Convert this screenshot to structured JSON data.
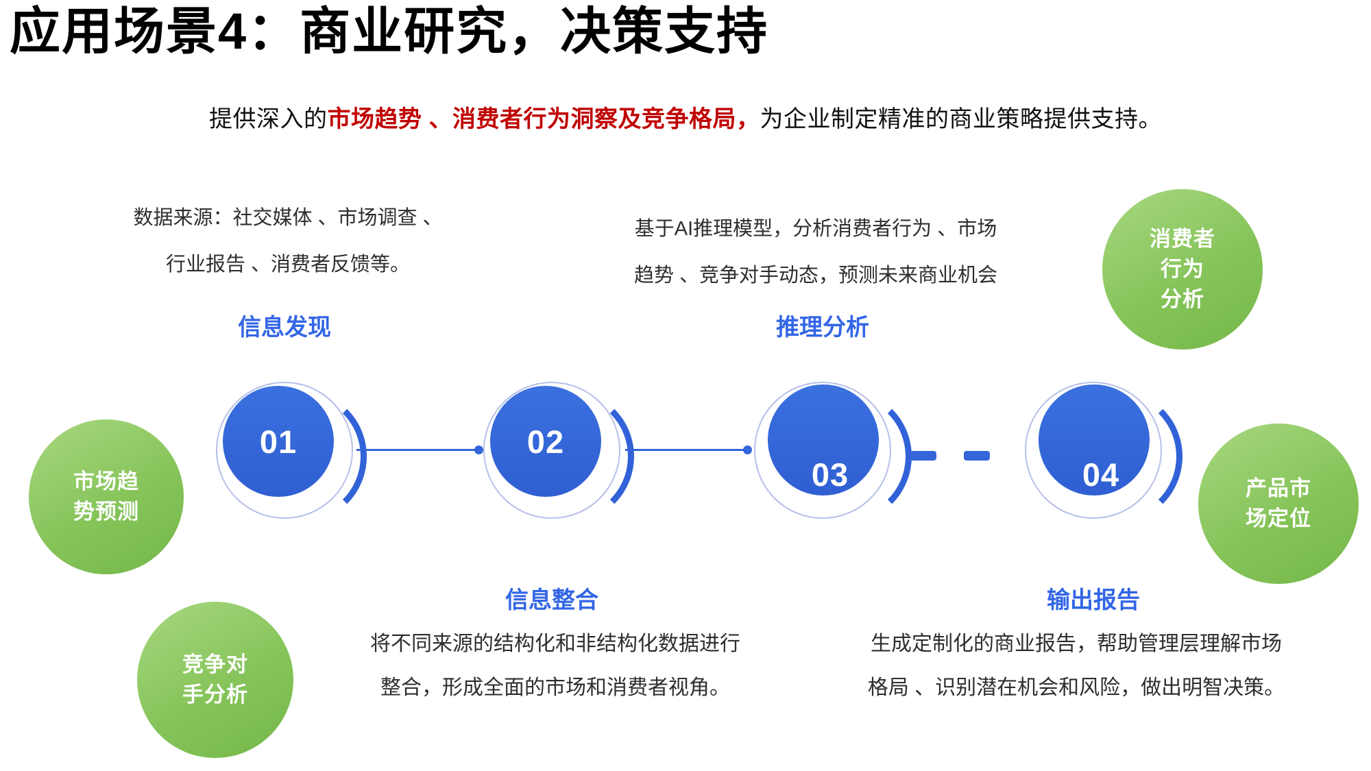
{
  "slide": {
    "title": "应用场景4：商业研究，决策支持",
    "subtitle": {
      "prefix": "提供深入的",
      "highlight": "市场趋势 、消费者行为洞察及竞争格局，",
      "suffix": "为企业制定精准的商业策略提供支持。"
    }
  },
  "colors": {
    "accent_blue": "#3366E6",
    "node_blue": "#3465D9",
    "bubble_green": "#86C45A",
    "highlight_red": "#C00000"
  },
  "steps": [
    {
      "number": "01",
      "label": "信息发现",
      "desc": [
        "数据来源：社交媒体 、市场调查 、",
        "行业报告 、消费者反馈等。"
      ]
    },
    {
      "number": "02",
      "label": "信息整合",
      "desc": [
        "将不同来源的结构化和非结构化数据进行",
        "整合，形成全面的市场和消费者视角。"
      ]
    },
    {
      "number": "03",
      "label": "推理分析",
      "desc": [
        "基于AI推理模型，分析消费者行为 、市场",
        "趋势 、竞争对手动态，预测未来商业机会"
      ]
    },
    {
      "number": "04",
      "label": "输出报告",
      "desc": [
        "生成定制化的商业报告，帮助管理层理解市场",
        "格局 、识别潜在机会和风险，做出明智决策。"
      ]
    }
  ],
  "bubbles": [
    {
      "lines": [
        "市场趋",
        "势预测"
      ]
    },
    {
      "lines": [
        "竞争对",
        "手分析"
      ]
    },
    {
      "lines": [
        "消费者",
        "行为",
        "分析"
      ]
    },
    {
      "lines": [
        "产品市",
        "场定位"
      ]
    }
  ]
}
